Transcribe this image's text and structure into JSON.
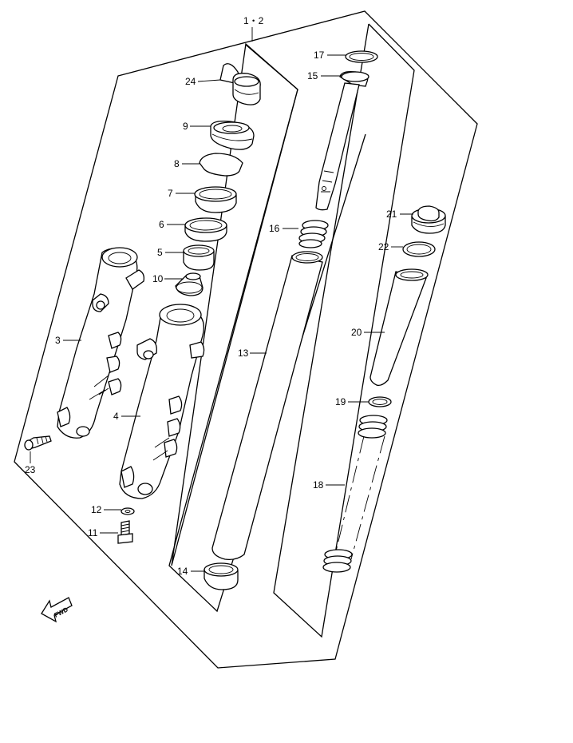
{
  "labels": {
    "assembly": "1・2",
    "p3": "3",
    "p4": "4",
    "p5": "5",
    "p6": "6",
    "p7": "7",
    "p8": "8",
    "p9": "9",
    "p10": "10",
    "p11": "11",
    "p12": "12",
    "p13": "13",
    "p14": "14",
    "p15": "15",
    "p16": "16",
    "p17": "17",
    "p18": "18",
    "p19": "19",
    "p20": "20",
    "p21": "21",
    "p22": "22",
    "p23": "23",
    "p24": "24",
    "fwd": "FWD"
  }
}
